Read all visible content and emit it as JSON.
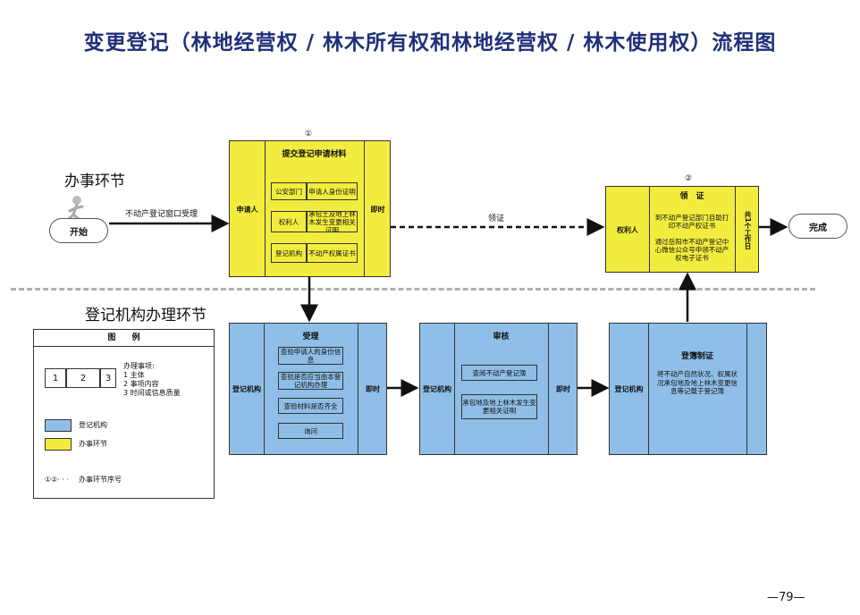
{
  "title": "变更登记（林地经营权 / 林木所有权和林地经营权 / 林木使用权）流程图",
  "sections": {
    "handling": "办事环节",
    "registry": "登记机构办理环节"
  },
  "start": {
    "label": "开始",
    "arrow_label": "不动产登记窗口受理"
  },
  "end": {
    "label": "完成"
  },
  "step1": {
    "num": "①",
    "left": "申请人",
    "title": "提交登记申请材料",
    "rows": [
      {
        "a": "公安部门",
        "b": "申请人身份证明"
      },
      {
        "a": "权利人",
        "b": "承包土及地上林木发生变更相关证明"
      },
      {
        "a": "登记机构",
        "b": "不动产权属证书"
      }
    ],
    "right": "即时"
  },
  "link_label": "领证",
  "step2": {
    "num": "②",
    "left": "权利人",
    "title": "领　证",
    "line1": "到不动产登记部门自助打印不动产权证书",
    "line2": "通过岳阳市不动产登记中心微信公众号申领不动产权电子证书",
    "right": "共1个工作日"
  },
  "accept": {
    "left": "登记机构",
    "title": "受理",
    "items": [
      "查验申请人的身份信息",
      "查验是否应当由本登记机构办理",
      "查验材料是否齐全",
      "询问"
    ],
    "right": "即时"
  },
  "review": {
    "left": "登记机构",
    "title": "审核",
    "items": [
      "查阅不动产登记簿",
      "承包地及地上林木发生变更相关证明"
    ],
    "right": "即时"
  },
  "record": {
    "left": "登记机构",
    "title": "登簿制证",
    "desc": "将不动产自然状况、权属状况承包地及地上林木变更信息等记载于登记簿"
  },
  "legend": {
    "title": "图　　例",
    "cells": [
      "1",
      "2",
      "3"
    ],
    "matters_title": "办理事项:",
    "matters": [
      "1 主体",
      "2 事项内容",
      "3 时间或信息质量"
    ],
    "blue_label": "登记机构",
    "yellow_label": "办事环节",
    "order_symbol": "①②· · ·",
    "order_label": "办事环节序号"
  },
  "colors": {
    "yellow": "#f2ec3e",
    "blue": "#8fbfe8",
    "title": "#1f2f7a"
  },
  "page_number": "—79—"
}
